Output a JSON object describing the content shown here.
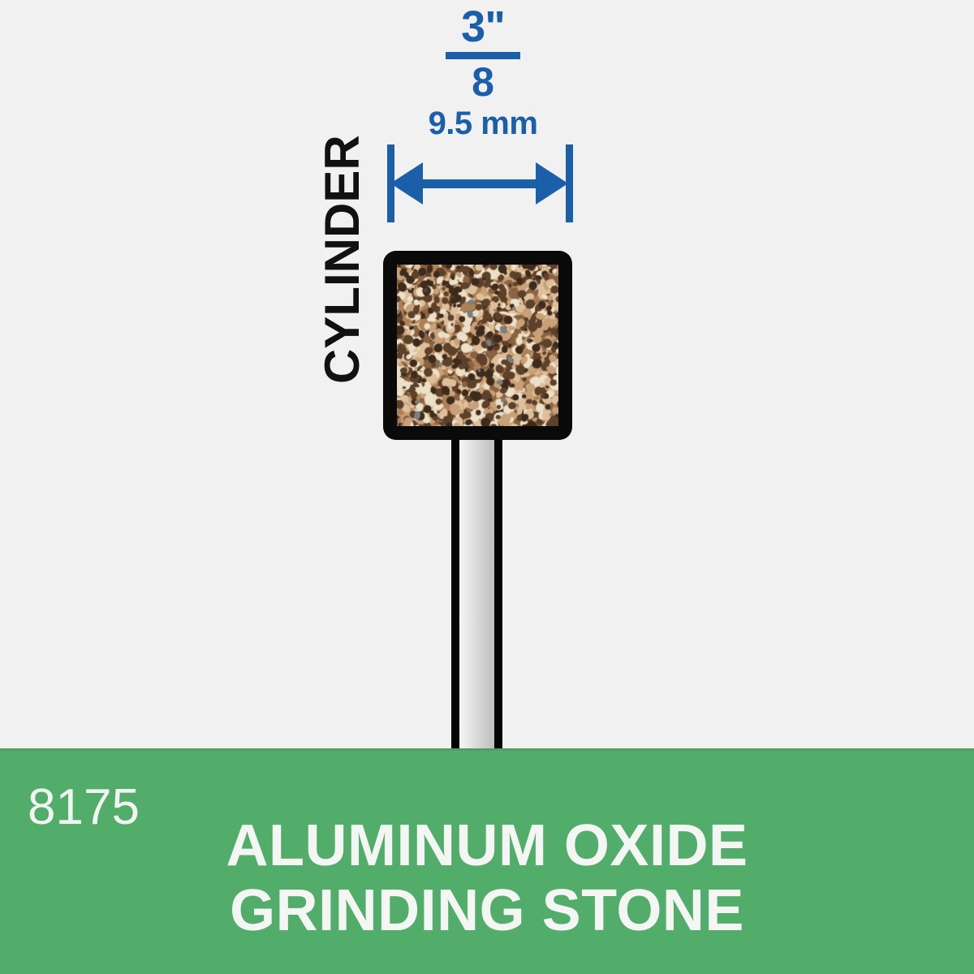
{
  "background_color": "#f1f1f1",
  "accent_blue": "#1a5fa8",
  "banner_green": "#52ad6b",
  "dimension": {
    "fraction_numerator": "3\"",
    "fraction_denominator": "8",
    "metric": "9.5 mm",
    "arrow_name": "double-headed-dimension-arrow"
  },
  "shape_label": "CYLINDER",
  "product": {
    "sku": "8175",
    "title_line_1": "ALUMINUM OXIDE",
    "title_line_2": "GRINDING STONE"
  },
  "illustration": {
    "head_name": "grinding-stone-head",
    "head_texture": "speckled-abrasive-texture",
    "shaft_name": "mandrel-shaft",
    "texture_colors": [
      "#3e2b1c",
      "#5d4128",
      "#8a6343",
      "#ad8158",
      "#c8a178",
      "#ddc09a",
      "#ece0c8"
    ]
  }
}
